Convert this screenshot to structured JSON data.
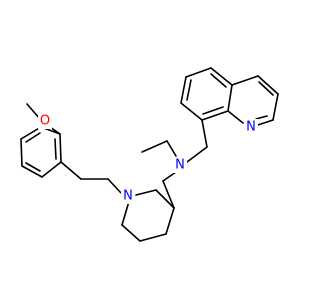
{
  "molecule": {
    "atoms": {
      "methoxy_oxygen": {
        "label": "O",
        "color": "#ff0000"
      },
      "amine_nitrogen": {
        "label": "N",
        "color": "#0000ff"
      },
      "piperidine_nitrogen": {
        "label": "N",
        "color": "#0000ff"
      },
      "quinoline_nitrogen": {
        "label": "N",
        "color": "#0000ff"
      }
    },
    "colors": {
      "bond": "#000000",
      "oxygen": "#ff0000",
      "nitrogen": "#0000ff",
      "background": "#ffffff"
    }
  }
}
